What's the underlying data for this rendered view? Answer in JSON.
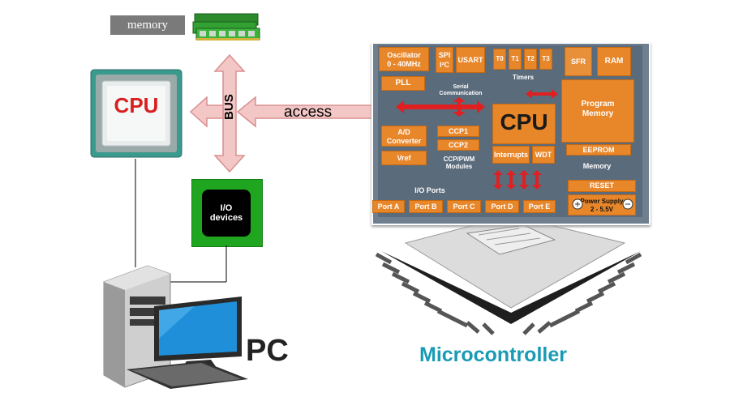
{
  "labels": {
    "memory": "memory",
    "cpu_chip": "CPU",
    "bus": "BUS",
    "access": "access",
    "io_devices_line1": "I/O",
    "io_devices_line2": "devices",
    "pc": "PC",
    "microcontroller": "Microcontroller"
  },
  "mcu": {
    "oscillator_line1": "Oscillator",
    "oscillator_line2": "0 - 40MHz",
    "pll": "PLL",
    "spi_line1": "SPI",
    "spi_line2": "I²C",
    "usart": "USART",
    "serial_line1": "Serial",
    "serial_line2": "Communication",
    "timers": [
      "T0",
      "T1",
      "T2",
      "T3"
    ],
    "timers_caption": "Timers",
    "sfr": "SFR",
    "ram": "RAM",
    "program_memory_line1": "Program",
    "program_memory_line2": "Memory",
    "eeprom": "EEPROM",
    "memory_caption": "Memory",
    "ad_line1": "A/D",
    "ad_line2": "Converter",
    "vref": "Vref",
    "ccp1": "CCP1",
    "ccp2": "CCP2",
    "ccp_caption_line1": "CCP/PWM",
    "ccp_caption_line2": "Modules",
    "cpu": "CPU",
    "interrupts": "Interrupts",
    "wdt": "WDT",
    "io_ports": "I/O Ports",
    "ports": [
      "Port A",
      "Port B",
      "Port C",
      "Port D",
      "Port E"
    ],
    "reset": "RESET",
    "power_supply_line1": "Power Supply",
    "power_supply_line2": "2 - 5.5V"
  },
  "colors": {
    "orange": "#e8862a",
    "board": "#6f7f8f",
    "bus_arrow": "#f4c7c7",
    "red_arrow": "#e02020",
    "mc_title": "#1a9bb5",
    "io_green": "#1fa51f"
  }
}
